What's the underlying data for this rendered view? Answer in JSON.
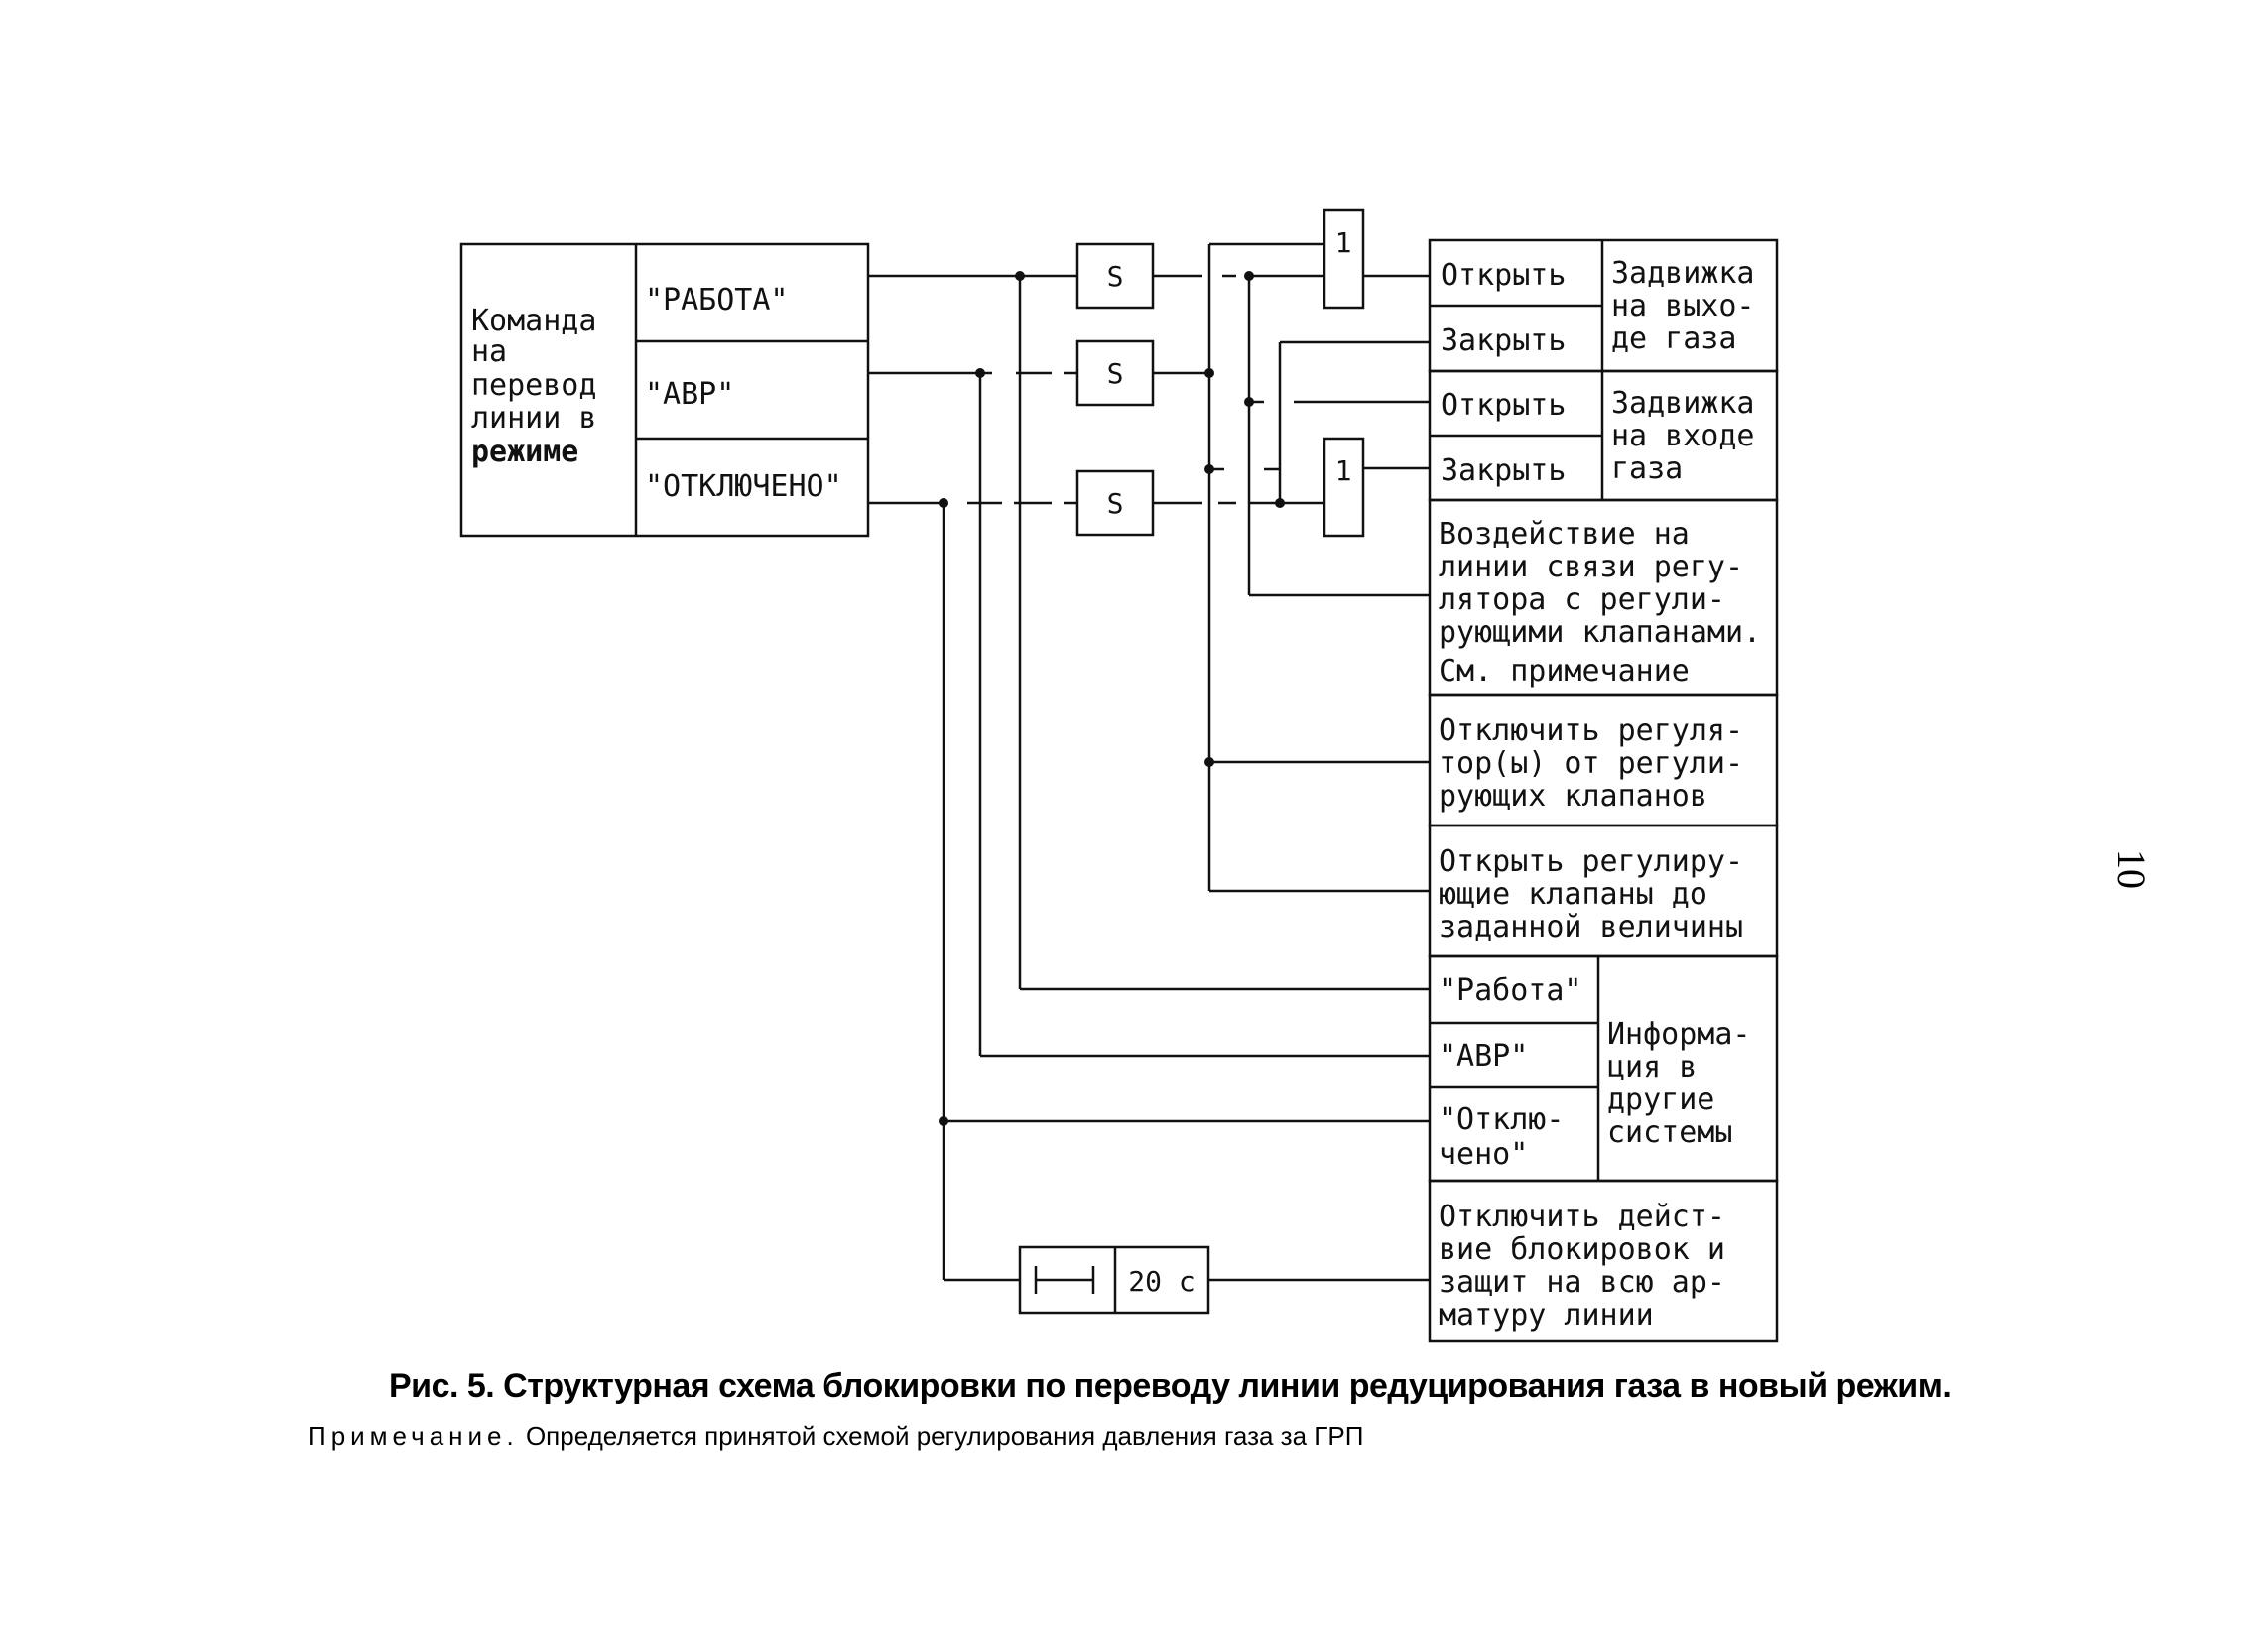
{
  "page_number": "10",
  "command_block": {
    "label_lines": [
      "Команда",
      "на",
      "перевод",
      "линии в",
      "режиме"
    ],
    "modes": [
      "\"РАБОТА\"",
      "\"АВР\"",
      "\"ОТКЛЮЧЕНО\""
    ]
  },
  "memory_label": "S",
  "or_label": "1",
  "timer": {
    "label": "20 с"
  },
  "outputs": {
    "outlet_open": "Открыть",
    "outlet_close": "Закрыть",
    "outlet_valve_lines": [
      "Задвижка",
      "на выхо-",
      "де газа"
    ],
    "inlet_open": "Открыть",
    "inlet_close": "Закрыть",
    "inlet_valve_lines": [
      "Задвижка",
      "на входе",
      "газа"
    ],
    "regulator_link_lines": [
      "Воздействие на",
      "линии связи регу-",
      "лятора с регули-",
      "рующими клапанами.",
      "См. примечание"
    ],
    "disconnect_regulator_lines": [
      "Отключить регуля-",
      "тор(ы) от регули-",
      "рующих клапанов"
    ],
    "open_valves_lines": [
      "Открыть регулиру-",
      "ющие клапаны до",
      "заданной величины"
    ],
    "info_work": "\"Работа\"",
    "info_avr": "\"АВР\"",
    "info_off_lines": [
      "\"Отклю-",
      "чено\""
    ],
    "info_systems_lines": [
      "Информа-",
      "ция в",
      "другие",
      "системы"
    ],
    "disable_locks_lines": [
      "Отключить дейст-",
      "вие блокировок и",
      "защит на всю ар-",
      "матуру линии"
    ]
  },
  "caption": "Рис. 5. Структурная схема блокировки по переводу линии редуцирования газа в новый режим.",
  "note": {
    "label": "Примечание.",
    "text": "Определяется принятой схемой регулирования давления газа за ГРП"
  }
}
